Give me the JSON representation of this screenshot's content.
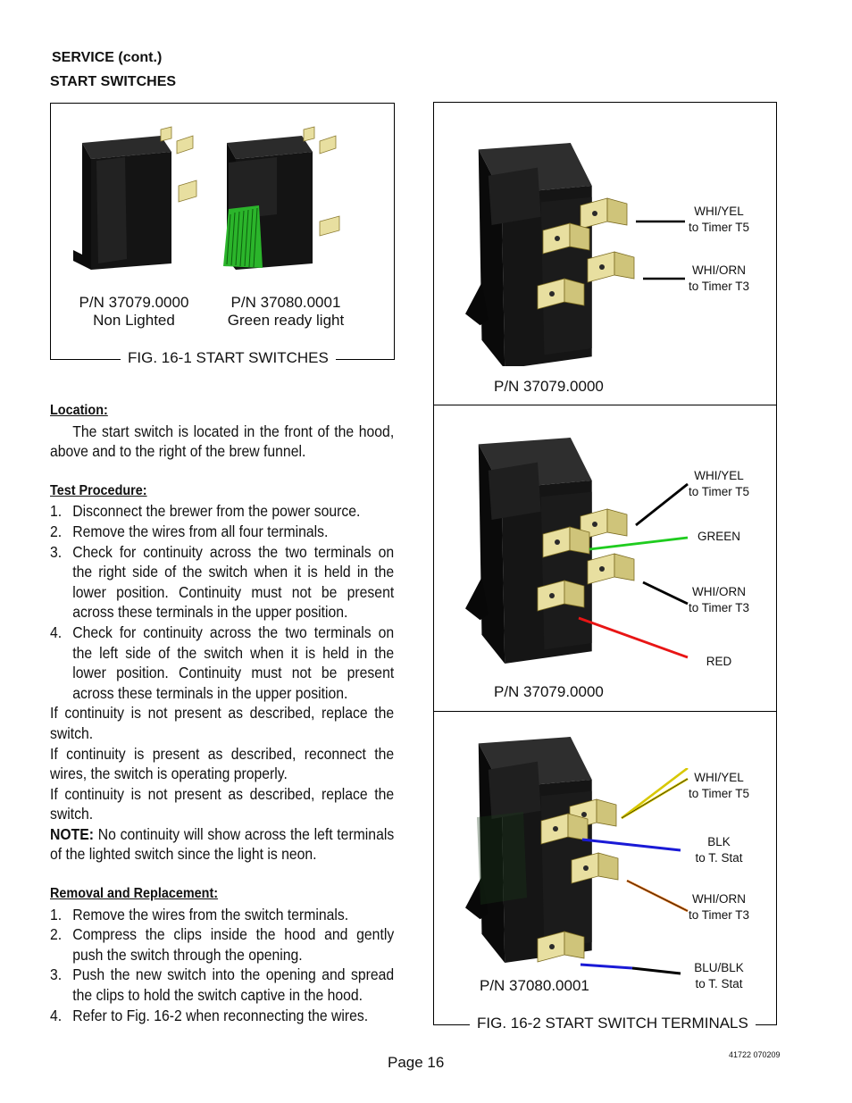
{
  "header": {
    "service": "SERVICE (cont.)",
    "start_switches": "START SWITCHES"
  },
  "fig1": {
    "caption": "FIG. 16-1 START SWITCHES",
    "switch_a": {
      "pn": "P/N 37079.0000",
      "desc": "Non Lighted"
    },
    "switch_b": {
      "pn": "P/N 37080.0001",
      "desc": "Green ready light"
    }
  },
  "location": {
    "title": "Location:",
    "text": "The start switch is located in the front of the hood, above and to the right of the brew funnel."
  },
  "test": {
    "title": "Test Procedure:",
    "steps": [
      {
        "num": "1.",
        "text": "Disconnect the brewer from the power source."
      },
      {
        "num": "2.",
        "text": "Remove the wires from all four terminals."
      },
      {
        "num": "3.",
        "text": "Check for continuity across the two terminals on the right side of the switch when it is held in the lower position. Continuity must not be present across these terminals in the upper position."
      },
      {
        "num": "4.",
        "text": "Check for continuity across the two terminals on the left side of the switch when it is held in the lower position. Continuity must not be present across these terminals in the upper position."
      }
    ],
    "p1": "If continuity is not present as described, replace the switch.",
    "p2": "If continuity is present as described, reconnect the wires, the switch is operating properly.",
    "p3": "If continuity is not present as described, replace the switch.",
    "note_label": "NOTE:",
    "note_text": " No continuity will show across the left terminals of the lighted switch since the light is neon."
  },
  "removal": {
    "title": "Removal and Replacement:",
    "steps": [
      {
        "num": "1.",
        "text": "Remove the wires from the switch terminals."
      },
      {
        "num": "2.",
        "text": "Compress the clips inside the hood and gently push the switch through the opening."
      },
      {
        "num": "3.",
        "text": "Push the new switch into the opening and spread the clips to hold the switch captive in the hood."
      },
      {
        "num": "4.",
        "text": "Refer to Fig. 16-2 when reconnecting the wires."
      }
    ]
  },
  "fig2": {
    "caption": "FIG. 16-2 START SWITCH TERMINALS",
    "panel1": {
      "pn": "P/N 37079.0000",
      "labels": [
        {
          "l1": "WHI/YEL",
          "l2": "to Timer T5"
        },
        {
          "l1": "WHI/ORN",
          "l2": "to Timer T3"
        }
      ]
    },
    "panel2": {
      "pn": "P/N 37079.0000",
      "labels": [
        {
          "l1": "WHI/YEL",
          "l2": "to Timer T5"
        },
        {
          "l1": "GREEN",
          "l2": ""
        },
        {
          "l1": "WHI/ORN",
          "l2": "to Timer T3"
        },
        {
          "l1": "RED",
          "l2": ""
        }
      ]
    },
    "panel3": {
      "pn": "P/N 37080.0001",
      "labels": [
        {
          "l1": "WHI/YEL",
          "l2": "to Timer T5"
        },
        {
          "l1": "BLK",
          "l2": "to T. Stat"
        },
        {
          "l1": "WHI/ORN",
          "l2": "to Timer T3"
        },
        {
          "l1": "BLU/BLK",
          "l2": "to T. Stat"
        }
      ]
    }
  },
  "footer": {
    "page": "Page 16",
    "code": "41722 070209"
  },
  "colors": {
    "switch_body": "#1a1a1a",
    "terminal": "#e8dfa0",
    "wire_green": "#1fcc1f",
    "wire_red": "#e81515",
    "wire_blue": "#1a1ad6",
    "wire_yellow": "#d8c800",
    "wire_orange": "#d46a10",
    "light_green": "#2bb52b"
  }
}
